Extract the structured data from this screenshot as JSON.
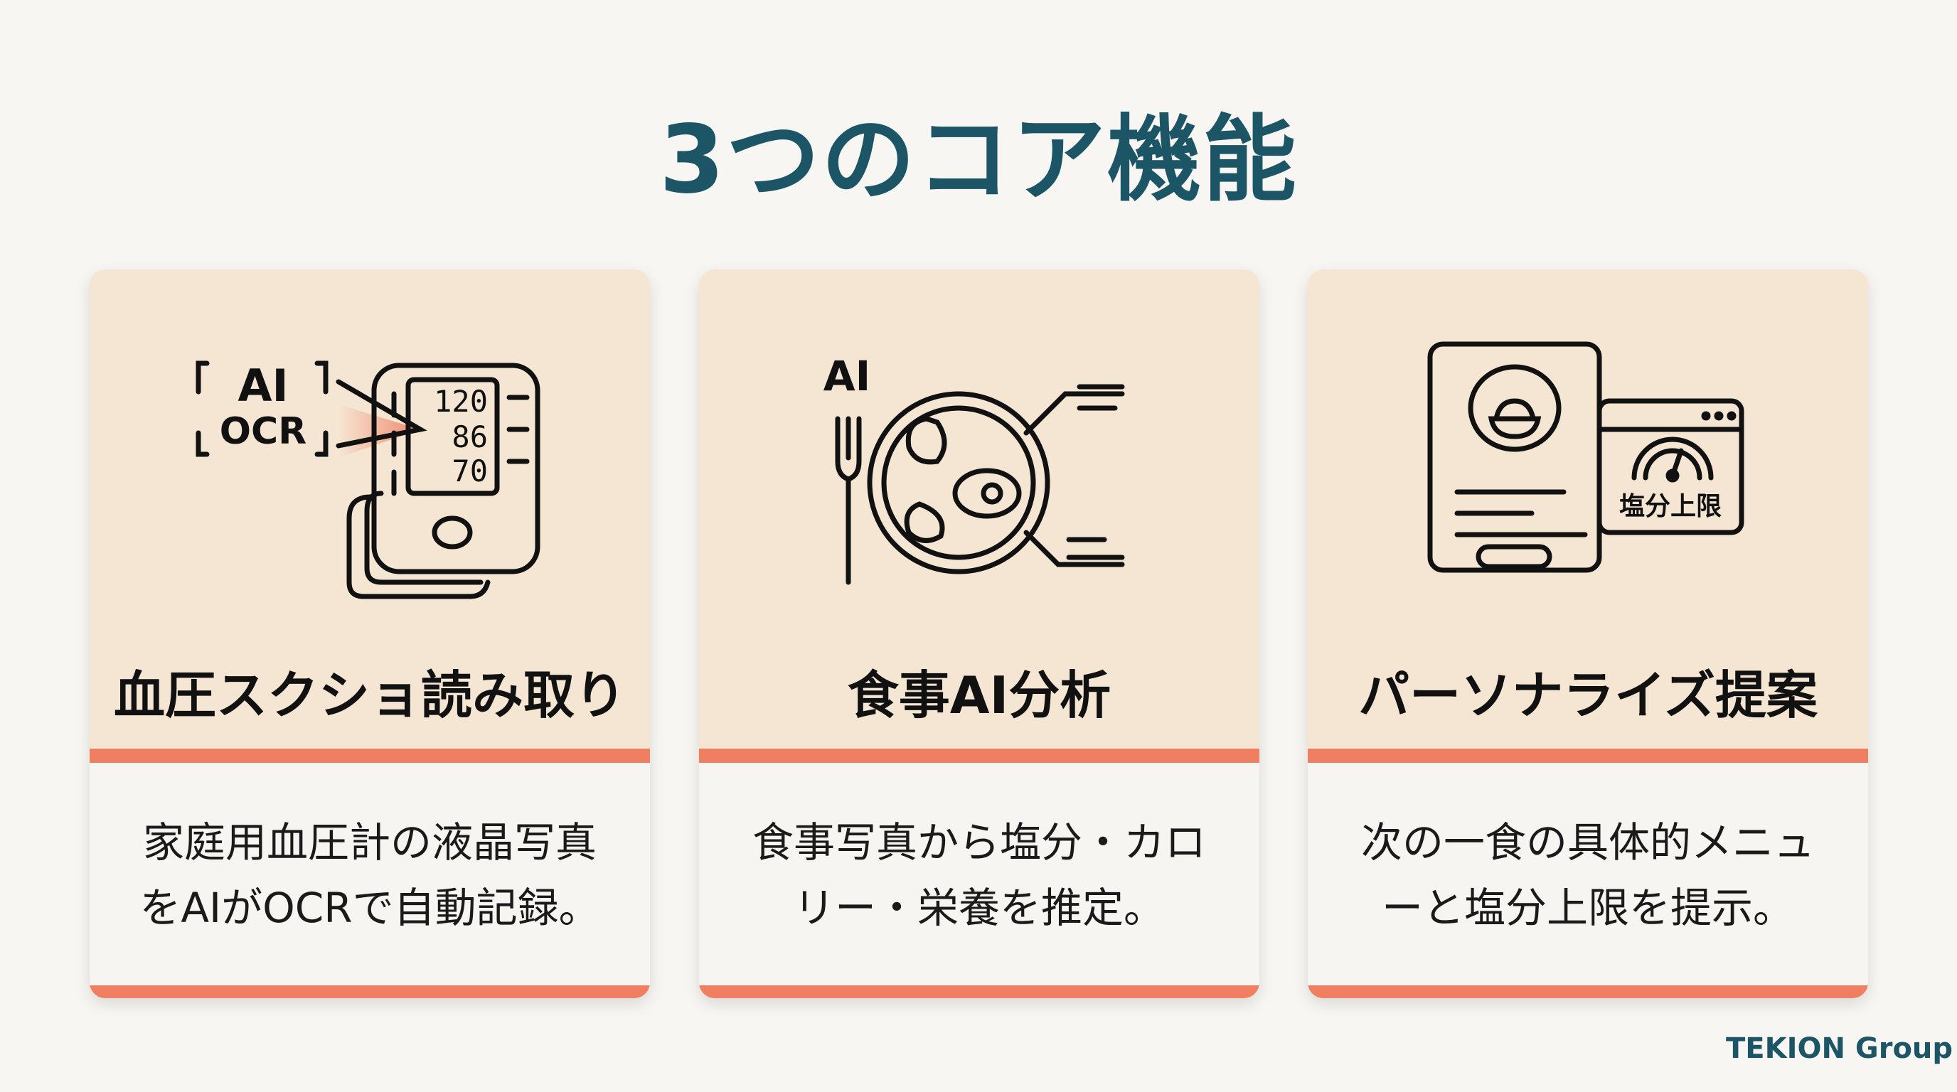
{
  "title": "3つのコア機能",
  "cards": [
    {
      "title": "血圧スクショ読み取り",
      "desc1": "家庭用血圧計の液晶写真",
      "desc2": "をAIがOCRで自動記録。",
      "icon": "blood-pressure-ocr-icon",
      "icon_text": {
        "ai": "AI",
        "ocr": "OCR",
        "sys": "120",
        "dia": "86",
        "pulse": "70"
      }
    },
    {
      "title": "食事AI分析",
      "desc1": "食事写真から塩分・カロ",
      "desc2": "リー・栄養を推定。",
      "icon": "meal-analysis-icon",
      "icon_text": {
        "ai": "AI"
      }
    },
    {
      "title": "パーソナライズ提案",
      "desc1": "次の一食の具体的メニュ",
      "desc2": "ーと塩分上限を提示。",
      "icon": "personalized-suggestion-icon",
      "icon_text": {
        "label": "塩分上限"
      }
    }
  ],
  "footer": "TEKION Group",
  "colors": {
    "title": "#1c5566",
    "accent": "#f07e60",
    "card_top": "#f5e6d3"
  }
}
